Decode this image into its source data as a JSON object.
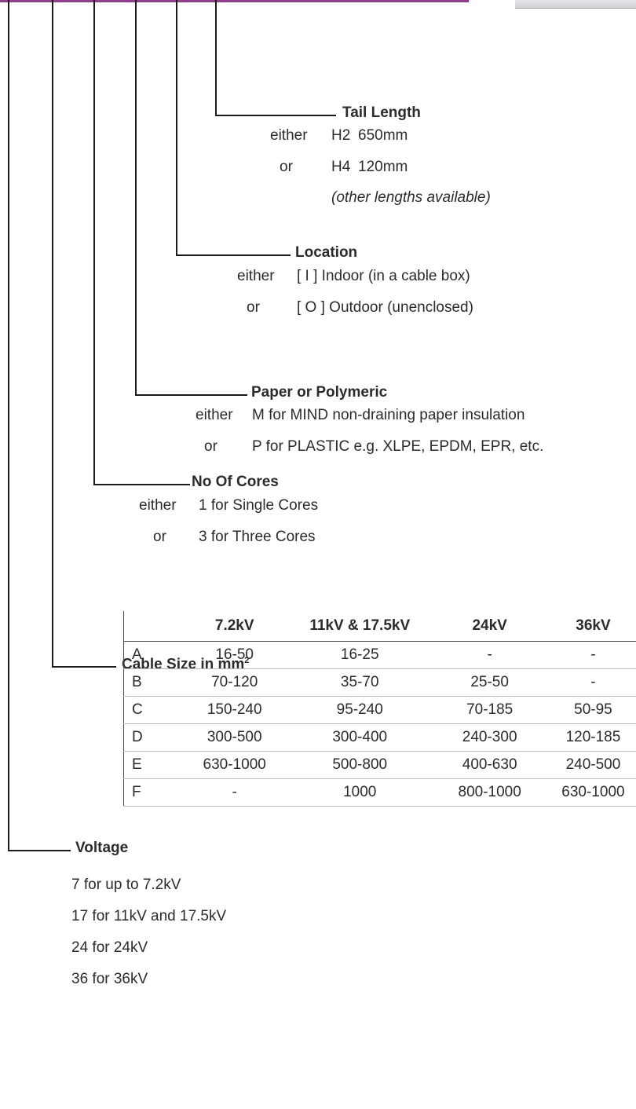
{
  "colors": {
    "accent_bar": "#8e3f8c",
    "lines": "#1a1a1a"
  },
  "tail_length": {
    "title": "Tail Length",
    "options": [
      {
        "prefix": "either",
        "code": "H2",
        "value": "650mm"
      },
      {
        "prefix": "or",
        "code": "H4",
        "value": "120mm"
      }
    ],
    "note": "(other lengths available)"
  },
  "location": {
    "title": "Location",
    "options": [
      {
        "prefix": "either",
        "text": "[ I ] Indoor (in a cable box)"
      },
      {
        "prefix": "or",
        "text": "[ O ] Outdoor (unenclosed)"
      }
    ]
  },
  "paper_polymeric": {
    "title": "Paper or Polymeric",
    "options": [
      {
        "prefix": "either",
        "text": "M for MIND non-draining paper insulation"
      },
      {
        "prefix": "or",
        "text": "P for PLASTIC e.g. XLPE, EPDM, EPR, etc."
      }
    ]
  },
  "cores": {
    "title": "No Of Cores",
    "options": [
      {
        "prefix": "either",
        "text": "1 for Single Cores"
      },
      {
        "prefix": "or",
        "text": "3 for Three Cores"
      }
    ]
  },
  "cable_size": {
    "title": "Cable Size in mm",
    "title_sup": "2",
    "columns": [
      "7.2kV",
      "11kV & 17.5kV",
      "24kV",
      "36kV"
    ],
    "rows": [
      {
        "label": "A",
        "values": [
          "16-50",
          "16-25",
          "-",
          "-"
        ]
      },
      {
        "label": "B",
        "values": [
          "70-120",
          "35-70",
          "25-50",
          "-"
        ]
      },
      {
        "label": "C",
        "values": [
          "150-240",
          "95-240",
          "70-185",
          "50-95"
        ]
      },
      {
        "label": "D",
        "values": [
          "300-500",
          "300-400",
          "240-300",
          "120-185"
        ]
      },
      {
        "label": "E",
        "values": [
          "630-1000",
          "500-800",
          "400-630",
          "240-500"
        ]
      },
      {
        "label": "F",
        "values": [
          "-",
          "1000",
          "800-1000",
          "630-1000"
        ]
      }
    ]
  },
  "voltage": {
    "title": "Voltage",
    "items": [
      "7 for up to 7.2kV",
      "17 for 11kV and 17.5kV",
      "24 for 24kV",
      "36 for 36kV"
    ]
  }
}
